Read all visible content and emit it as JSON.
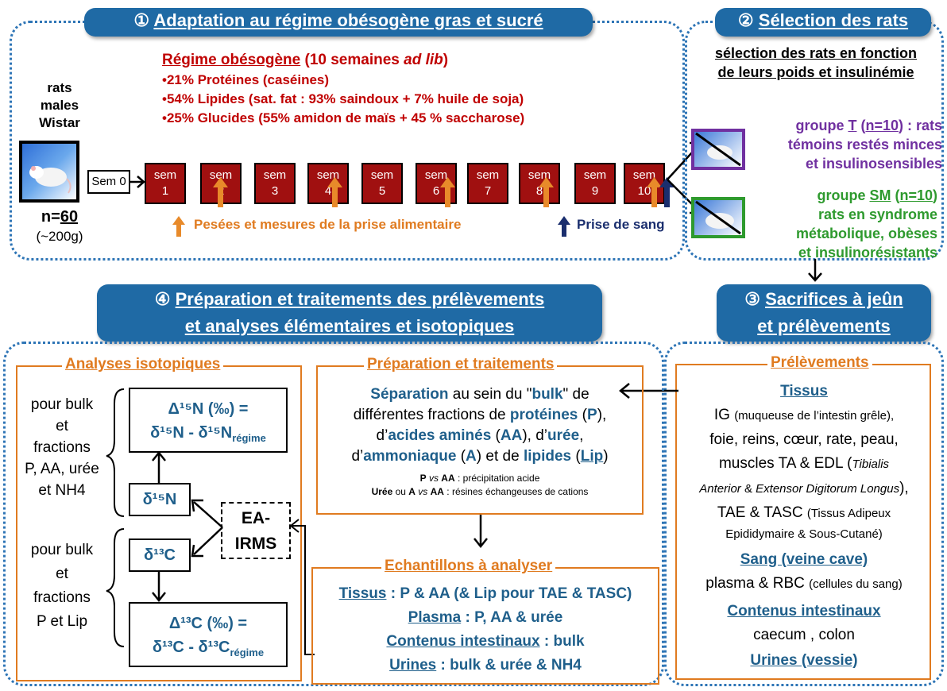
{
  "section1": {
    "num": "①",
    "title": "Adaptation au régime obésogène gras et sucré",
    "rats_label": [
      "rats",
      "males",
      "Wistar"
    ],
    "n_prefix": "n=",
    "n_value": "60",
    "weight": "(~200g)",
    "sem0": "Sem 0",
    "diet_title": "Régime obésogène",
    "diet_duration_a": " (10 semaines ",
    "diet_duration_b": "ad lib",
    "diet_duration_c": ")",
    "diet_items": [
      "•21% Protéines (caséines)",
      "•54% Lipides (sat. fat : 93% saindoux + 7% huile de soja)",
      "•25% Glucides (55% amidon de maïs + 45 % saccharose)"
    ],
    "weeks": [
      "1",
      "2",
      "3",
      "4",
      "5",
      "6",
      "7",
      "8",
      "9",
      "10"
    ],
    "week_word": "sem",
    "legend_orange": "Pesées et mesures de la prise alimentaire",
    "legend_blue": "Prise de sang"
  },
  "section2": {
    "num": "②",
    "title": "Sélection des rats",
    "subtitle_l1": "sélection des rats en fonction",
    "subtitle_l2": "de leurs poids et insulinémie",
    "groupT": {
      "a": "groupe ",
      "b": "T",
      "c": " (",
      "d": "n=10",
      "e": ") : rats",
      "l2": "témoins restés minces",
      "l3": "et insulinosensibles"
    },
    "groupSM": {
      "a": "groupe ",
      "b": "SM",
      "c": " (",
      "d": "n=10",
      "e": ")",
      "l2": "rats en syndrome",
      "l3": "métabolique, obèses",
      "l4": "et insulinorésistants"
    }
  },
  "section3": {
    "num": "③",
    "title_l1": "Sacrifices à jeûn",
    "title_l2": "et prélèvements",
    "box_title": "Prélèvements",
    "tissus": "Tissus",
    "t1a": "IG ",
    "t1b": "(muqueuse de l’intestin grêle),",
    "t2": "foie, reins, cœur, rate, peau,",
    "t3a": "muscles TA & EDL (",
    "t3b": "Tibialis",
    "t4a": "Anterior",
    "t4b": " & ",
    "t4c": "Extensor Digitorum Longus",
    "t4d": "),",
    "t5a": "TAE & TASC ",
    "t5b": "(Tissus Adipeux",
    "t6": "Epididymaire & Sous-Cutané)",
    "sang": "Sang (veine cave)",
    "sang_a": "plasma & RBC ",
    "sang_b": "(cellules du sang)",
    "contenus": "Contenus intestinaux",
    "contenus_v": "caecum , colon",
    "urines": "Urines (vessie)"
  },
  "section4": {
    "num": "④",
    "title_l1": "Préparation et traitements des prélèvements",
    "title_l2": "et analyses élémentaires et isotopiques",
    "iso_title": "Analyses isotopiques",
    "bulk1": [
      "pour bulk",
      "et",
      "fractions",
      "P, AA, urée",
      "et NH4"
    ],
    "bulk2": [
      "pour bulk",
      "et",
      "fractions",
      "P et Lip"
    ],
    "dN_big": "Δ¹⁵N (‰) =",
    "dN_eq_a": "δ¹⁵N - δ¹⁵N",
    "dN_eq_sub": "régime",
    "dN": "δ¹⁵N",
    "dC": "δ¹³C",
    "dC_big": "Δ¹³C (‰) =",
    "dC_eq_a": "δ¹³C - δ¹³C",
    "dC_eq_sub": "régime",
    "ea_l1": "EA-",
    "ea_l2": "IRMS",
    "prep_title": "Préparation et traitements",
    "prep": {
      "l1a": "Séparation",
      "l1b": " au sein du \"",
      "l1c": "bulk",
      "l1d": "\" de",
      "l2a": "différentes fractions de ",
      "l2b": "protéines",
      "l2c": " (",
      "l2d": "P",
      "l2e": "),",
      "l3a": "d’",
      "l3b": "acides aminés",
      "l3c": " (",
      "l3d": "AA",
      "l3e": "), d’",
      "l3f": "urée",
      "l3g": ",",
      "l4a": "d’",
      "l4b": "ammoniaque",
      "l4c": " (",
      "l4d": "A",
      "l4e": ") et de ",
      "l4f": "lipides",
      "l4g": " (",
      "l4h": "Lip",
      "l4i": ")",
      "s1a": "P",
      "s1b": " vs ",
      "s1c": "AA",
      "s1d": " : précipitation acide",
      "s2a": "Urée",
      "s2b": " ou ",
      "s2c": "A",
      "s2d": " vs ",
      "s2e": "AA",
      "s2f": " : résines échangeuses de cations"
    },
    "ech_title": "Echantillons à analyser",
    "ech": {
      "r1a": "Tissus",
      "r1b": " : P & AA (& Lip pour TAE & TASC)",
      "r2a": "Plasma",
      "r2b": " : P, AA & urée",
      "r3a": "Contenus intestinaux",
      "r3b": " : bulk",
      "r4a": "Urines",
      "r4b": " : bulk & urée & NH4"
    }
  },
  "colors": {
    "banner": "#1f6aa5",
    "orange": "#e07b20",
    "red": "#c00000",
    "navy": "#1a2e6e",
    "purple": "#7030a0",
    "green": "#2e9a2e",
    "teal": "#1f5f8b"
  }
}
